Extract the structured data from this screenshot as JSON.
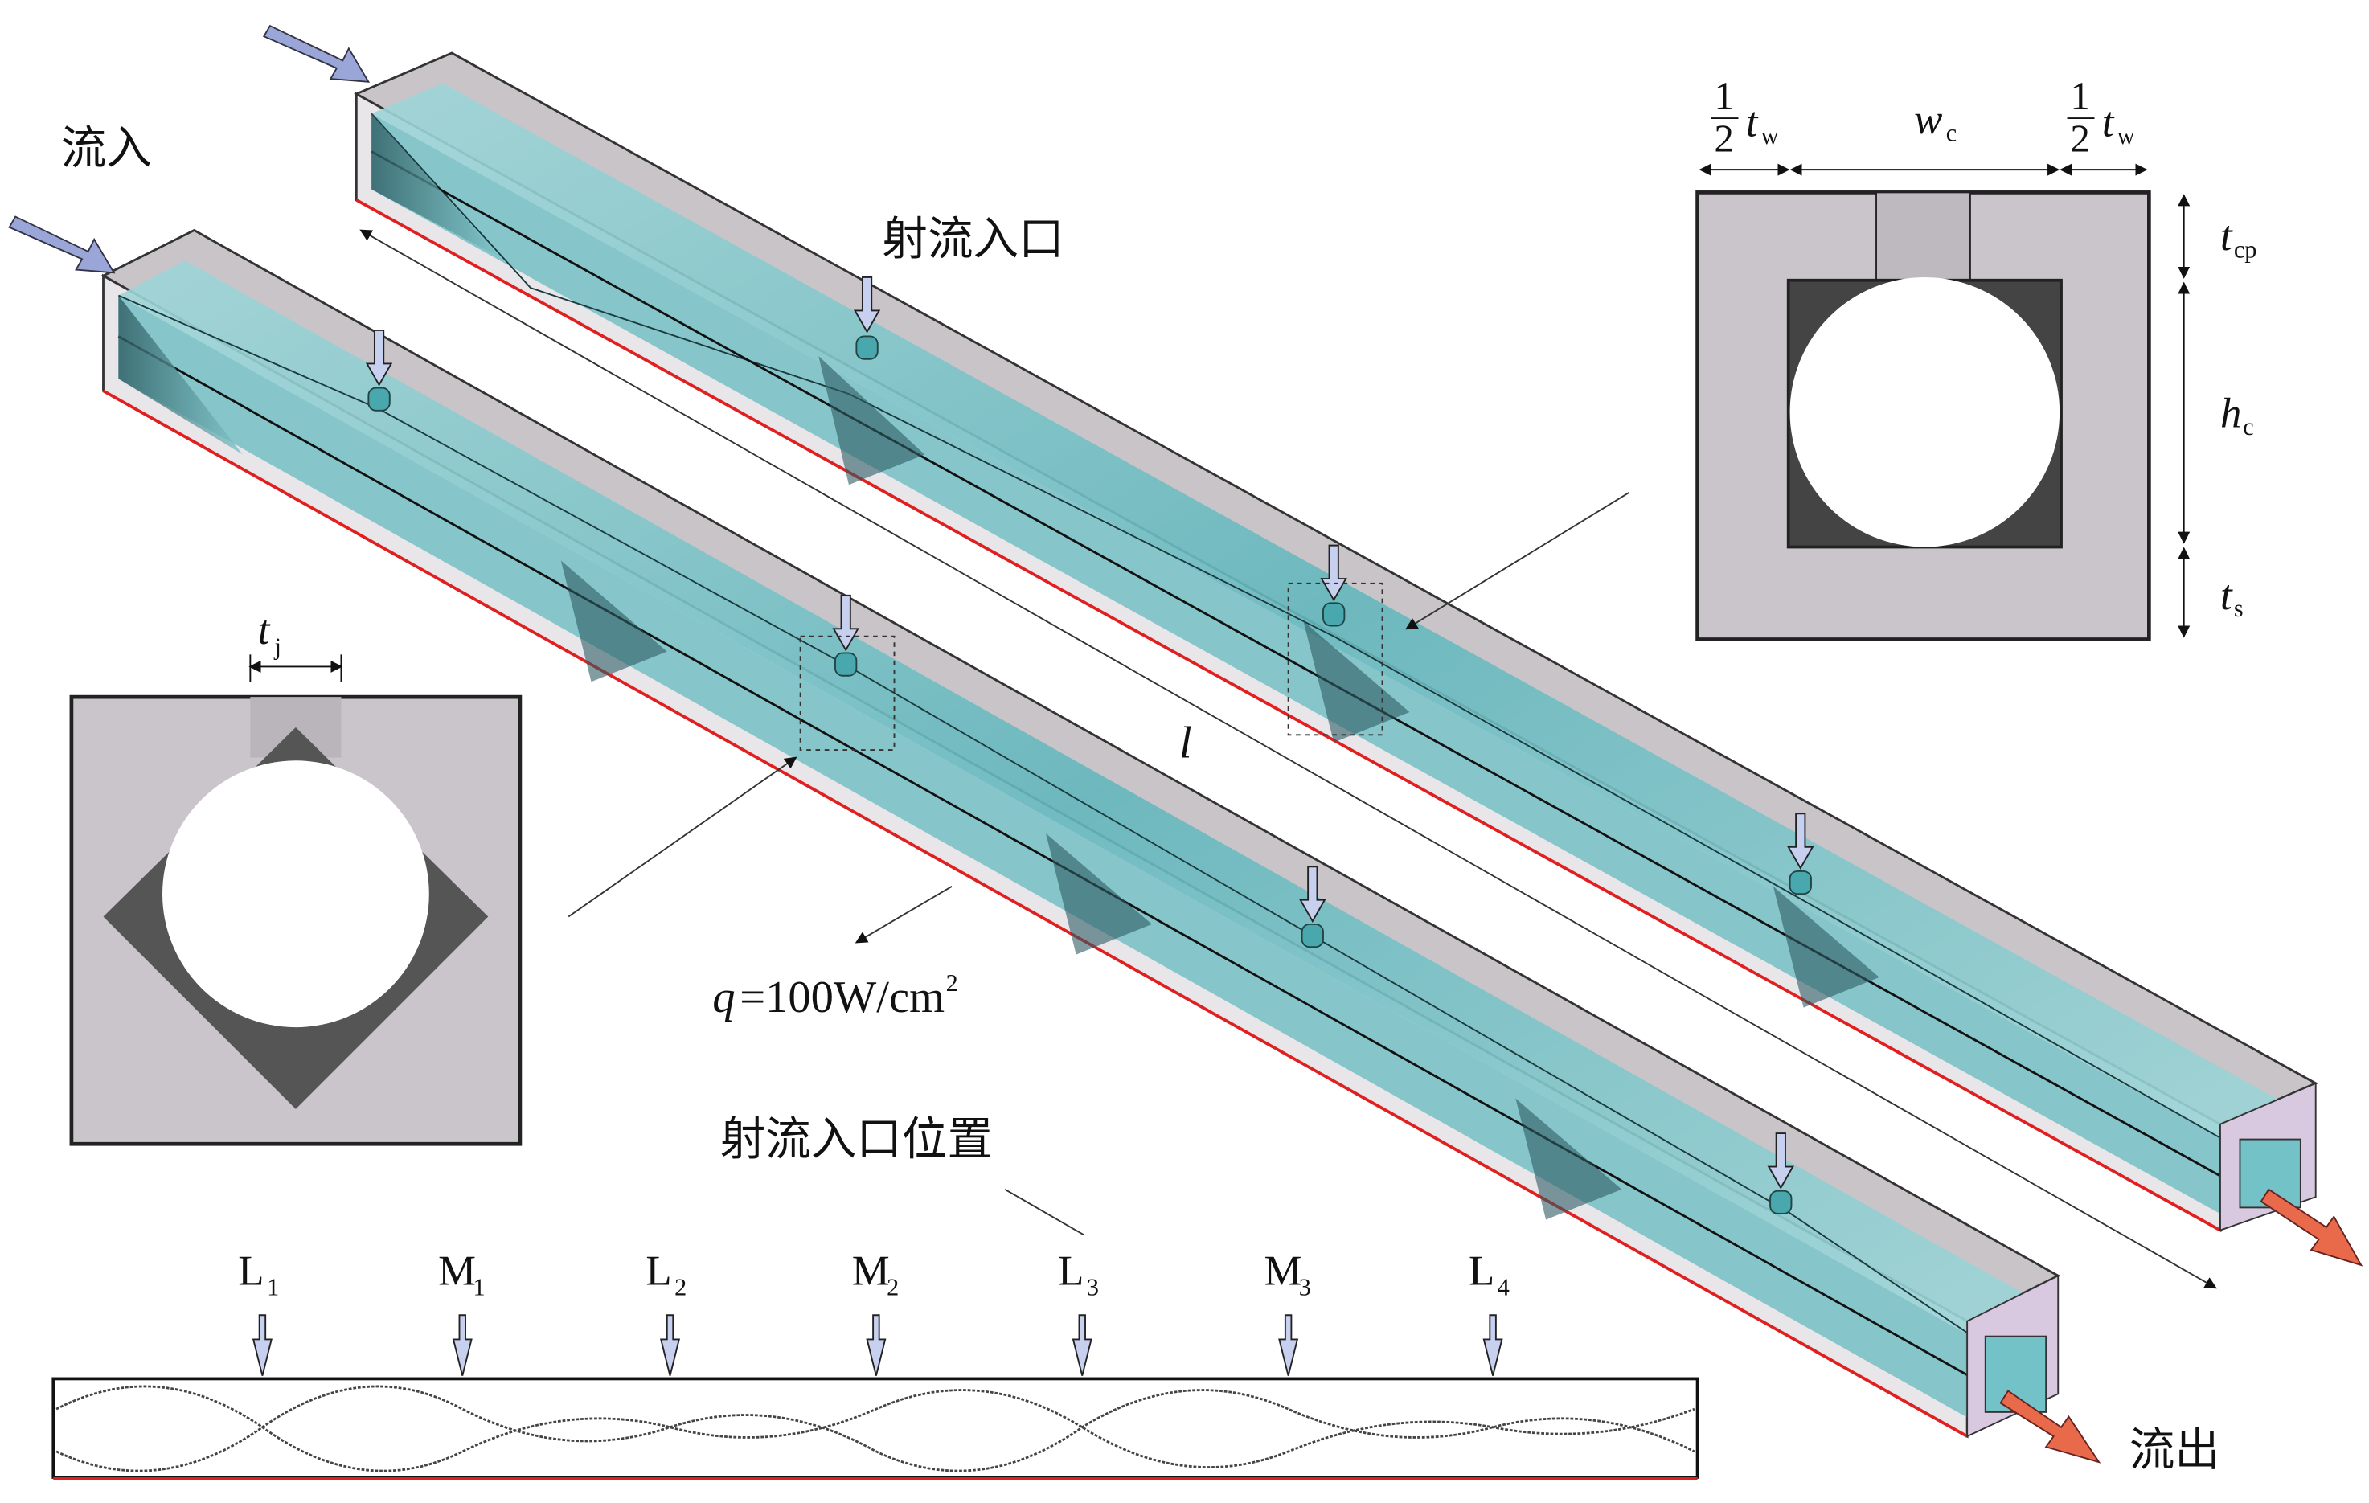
{
  "labels": {
    "inflow": "流入",
    "outflow": "流出",
    "jet_inlet": "射流入口",
    "jet_inlet_positions": "射流入口位置",
    "length": "l",
    "heat_flux": "q=100W/cm",
    "heat_flux_sup": "2",
    "tj_main": "t",
    "tj_sub": "j"
  },
  "cross_section": {
    "half": "1",
    "half_den": "2",
    "tw_main": "t",
    "tw_sub": "w",
    "wc_main": "w",
    "wc_sub": "c",
    "tcp_main": "t",
    "tcp_sub": "cp",
    "hc_main": "h",
    "hc_sub": "c",
    "ts_main": "t",
    "ts_sub": "s"
  },
  "positions": [
    {
      "main": "L",
      "sub": "1"
    },
    {
      "main": "M",
      "sub": "1"
    },
    {
      "main": "L",
      "sub": "2"
    },
    {
      "main": "M",
      "sub": "2"
    },
    {
      "main": "L",
      "sub": "3"
    },
    {
      "main": "M",
      "sub": "3"
    },
    {
      "main": "L",
      "sub": "4"
    }
  ],
  "colors": {
    "coolant": "#6fbfc4",
    "wall": "#cbc6cb",
    "heated_edge": "#e02020",
    "inflow_arrow": "#9aa6d8",
    "outflow_arrow": "#e86a4a"
  }
}
